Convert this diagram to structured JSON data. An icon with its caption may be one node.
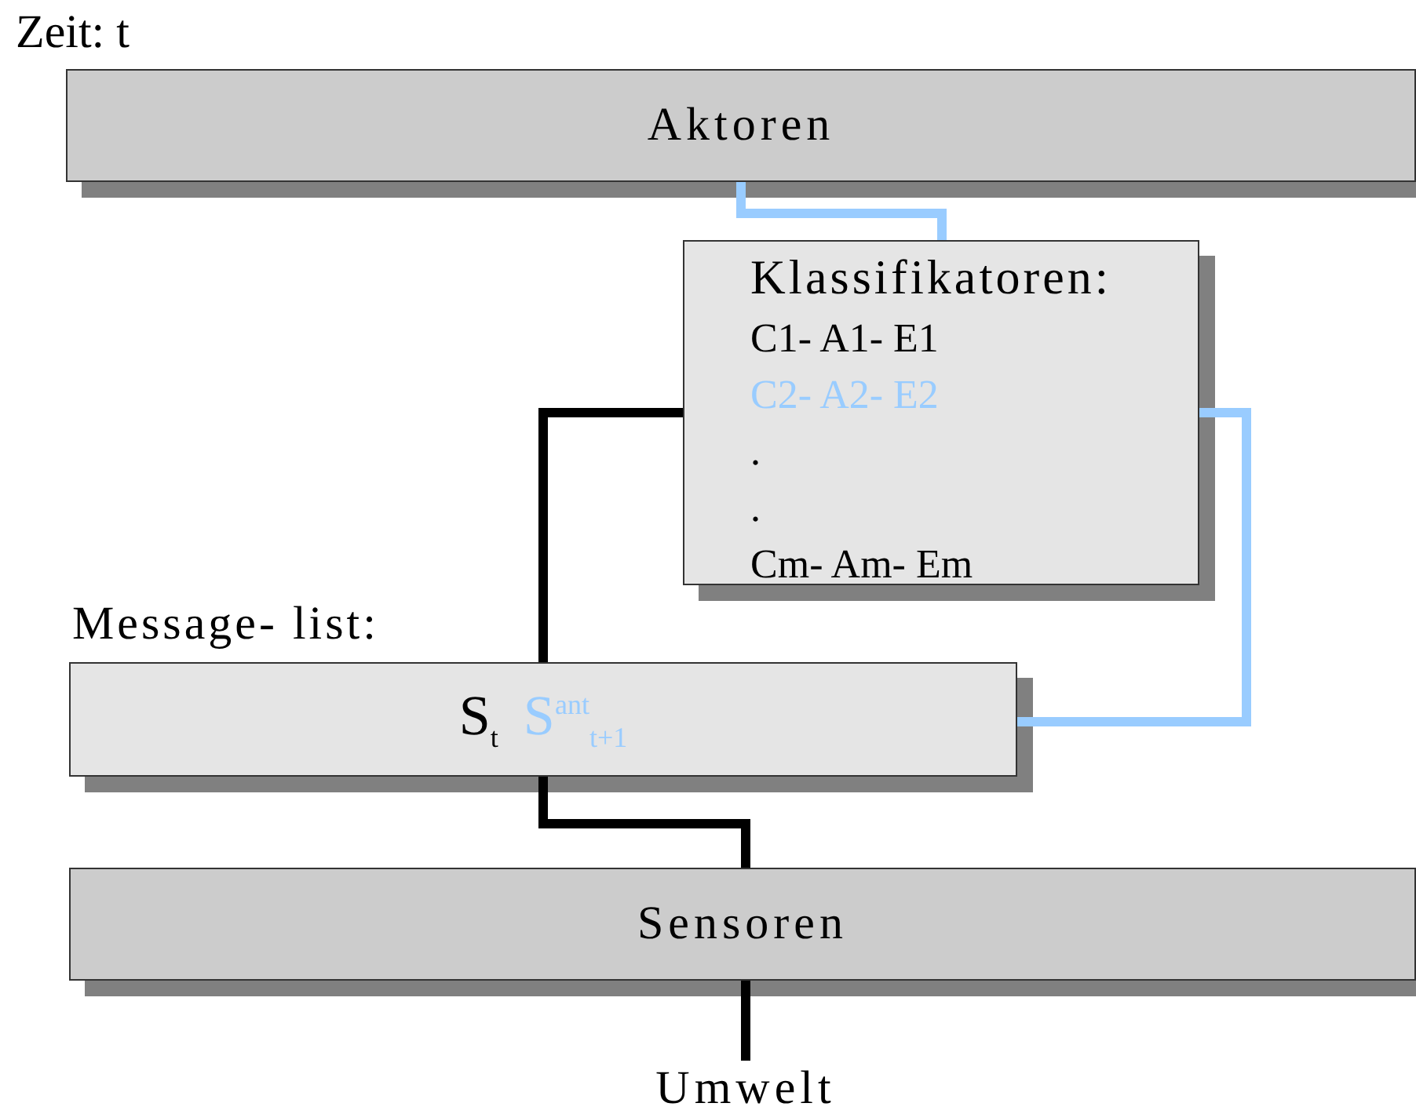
{
  "diagram": {
    "nodes": [
      {
        "text": [
          "Aktoren"
        ]
      },
      {
        "text": [
          "Klassifikatoren:",
          "C1- A1- E1",
          "C2- A2- E2",
          ".",
          ".",
          "Cm- Am- Em"
        ]
      },
      {
        "text": [
          "Message- list:",
          "S$_{t}$",
          "S$^{ant}$$_{t+1}$"
        ]
      },
      {
        "text": [
          "Sensoren"
        ]
      },
      {
        "text": [
          "Umwelt"
        ]
      }
    ],
    "edges": [
      {
        "from": 0,
        "to": 1,
        "arrow": "none",
        "color": "#99ccff"
      },
      {
        "from": 1,
        "to": 2,
        "arrow": "none"
      },
      {
        "from": 1,
        "to": 2,
        "arrow": "none",
        "color": "#99ccff"
      },
      {
        "from": 2,
        "to": 3,
        "arrow": "none"
      },
      {
        "from": 3,
        "to": 4,
        "arrow": "none"
      }
    ],
    "labels": [
      "Zeit: t"
    ]
  }
}
